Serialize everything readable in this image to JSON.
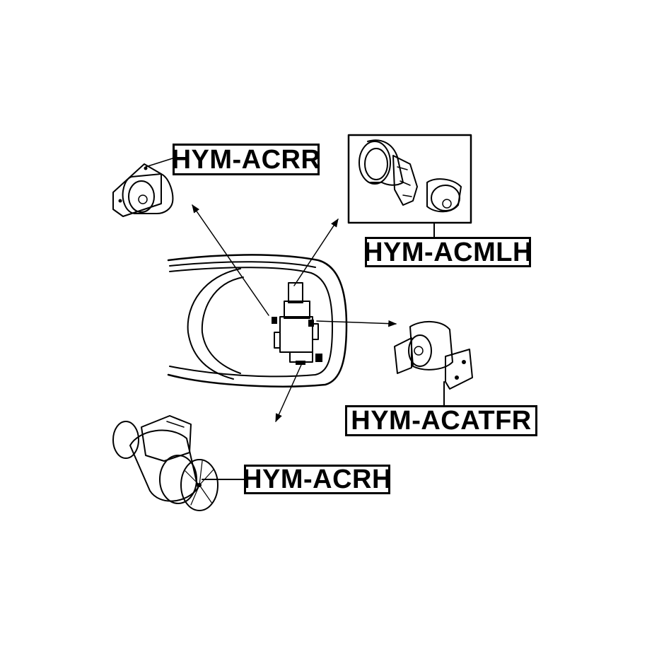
{
  "parts": [
    {
      "id": "acrr",
      "label": "HYM-ACRR"
    },
    {
      "id": "acmlh",
      "label": "HYM-ACMLH"
    },
    {
      "id": "acatfr",
      "label": "HYM-ACATFR"
    },
    {
      "id": "acrh",
      "label": "HYM-ACRH"
    }
  ],
  "colors": {
    "ink": "#000000",
    "background": "#ffffff",
    "shade": "#d9d9d9"
  }
}
